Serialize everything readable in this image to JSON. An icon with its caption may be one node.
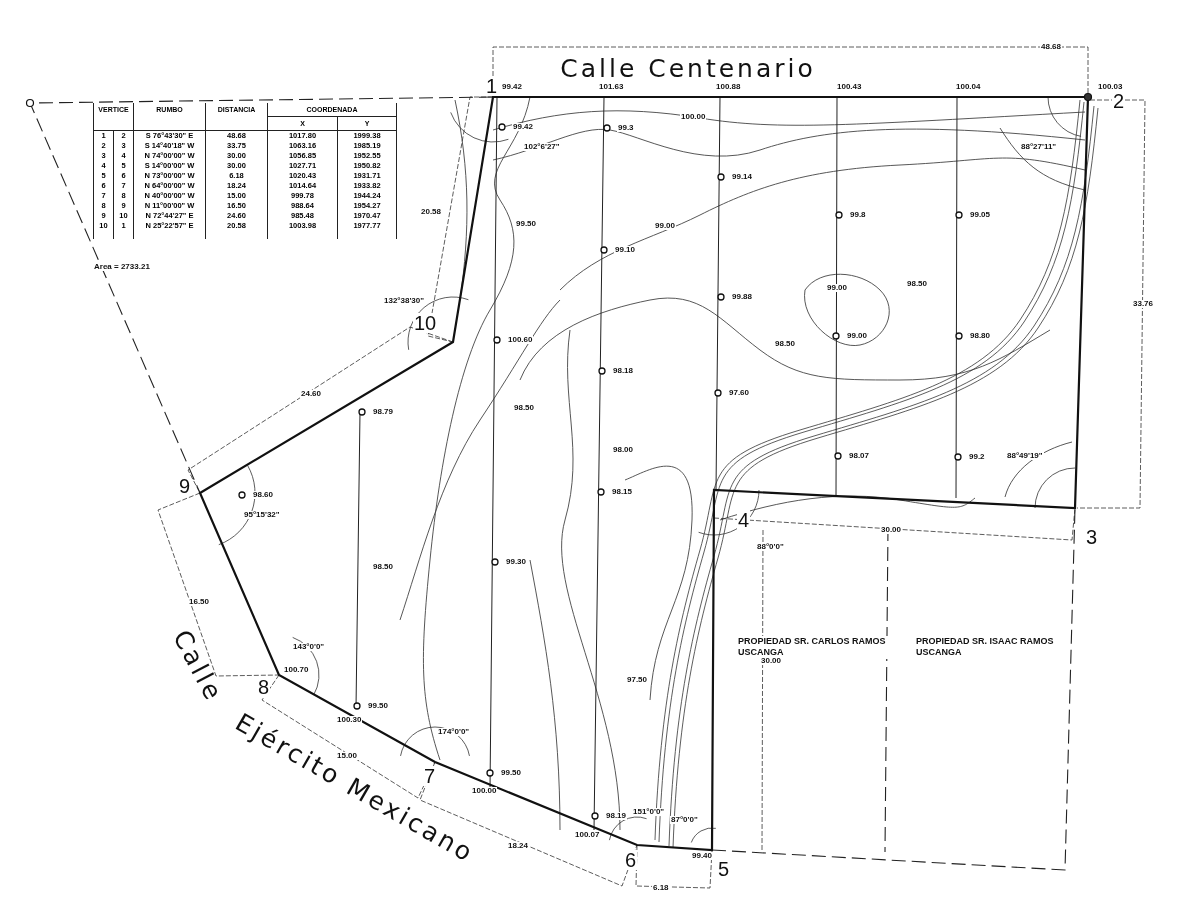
{
  "diagram": {
    "labels": [
      "Calle Centenario",
      "48.68",
      "VERTICE",
      "RUMBO",
      "DISTANCIA",
      "COORDENADA",
      "X",
      "Y",
      "1",
      "2",
      "S 76°43'30\" E",
      "48.68",
      "1017.80",
      "1999.38",
      "2",
      "3",
      "S 14°40'18\" W",
      "33.75",
      "1063.16",
      "1985.19",
      "3",
      "4",
      "N 74°00'00\" W",
      "30.00",
      "1056.85",
      "1952.55",
      "4",
      "5",
      "S 14°00'00\" W",
      "30.00",
      "1027.71",
      "1950.82",
      "5",
      "6",
      "N 73°00'00\" W",
      "6.18",
      "1020.43",
      "1931.71",
      "6",
      "7",
      "N 64°00'00\" W",
      "18.24",
      "1014.64",
      "1933.82",
      "7",
      "8",
      "N 40°00'00\" W",
      "15.00",
      "999.78",
      "1944.24",
      "8",
      "9",
      "N 11°00'00\" W",
      "16.50",
      "988.64",
      "1954.27",
      "9",
      "10",
      "N 72°44'27\" E",
      "24.60",
      "985.48",
      "1970.47",
      "10",
      "1",
      "N 25°22'57\" E",
      "20.58",
      "1003.98",
      "1977.77",
      "Area = 2733.21",
      "1",
      "99.42",
      "101.63",
      "100.88",
      "100.43",
      "100.04",
      "100.03",
      "2",
      "99.42",
      "99.3",
      "100.00",
      "102°6'27\"",
      "88°27'11\"",
      "99.14",
      "99.8",
      "99.05",
      "20.58",
      "99.50",
      "99.00",
      "99.10",
      "99.88",
      "99.00",
      "98.50",
      "132°38'30\"",
      "10",
      "99.00",
      "98.80",
      "33.76",
      "100.60",
      "98.50",
      "98.18",
      "24.60",
      "97.60",
      "98.79",
      "98.50",
      "98.00",
      "98.07",
      "99.2",
      "88°49'19\"",
      "98.15",
      "9",
      "98.60",
      "95°15'32\"",
      "4",
      "30.00",
      "3",
      "88°0'0\"",
      "16.50",
      "99.30",
      "98.50",
      "PROPIEDAD SR. CARLOS RAMOS USCANGA",
      "PROPIEDAD SR. ISAAC RAMOS USCANGA",
      "30.00",
      "143°0'0\"",
      "100.70",
      "8",
      "Calle",
      "Ejército Mexicano",
      "99.50",
      "100.30",
      "15.00",
      "174°0'0\"",
      "7",
      "97.50",
      "99.50",
      "100.00",
      "98.19",
      "151°0'0\"",
      "87°0'0\"",
      "100.07",
      "18.24",
      "6",
      "99.40",
      "5",
      "6.18"
    ]
  }
}
